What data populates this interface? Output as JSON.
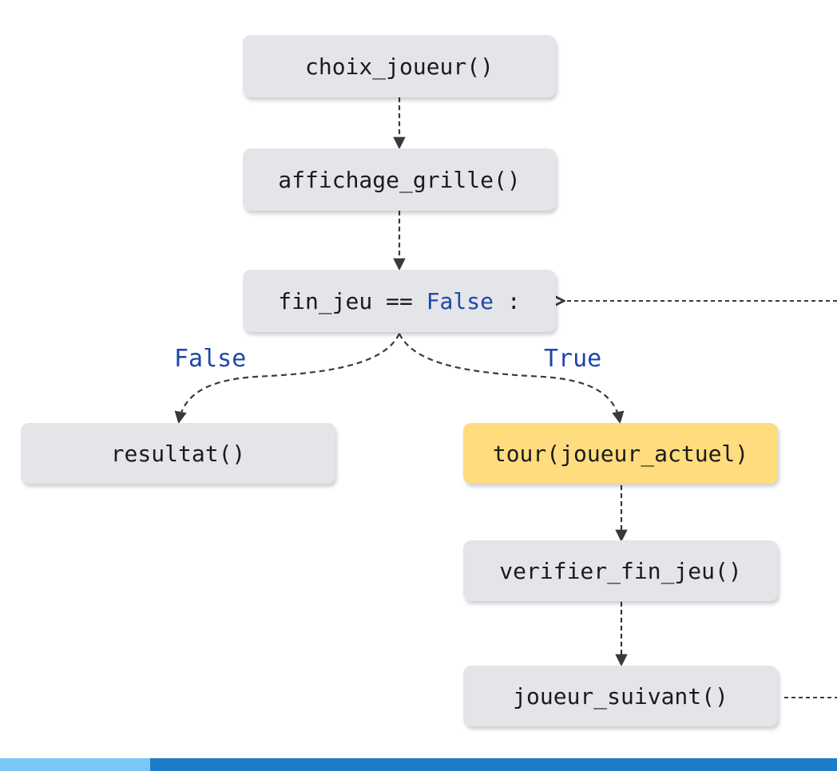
{
  "nodes": {
    "choix_joueur": "choix_joueur()",
    "affichage_grille": "affichage_grille()",
    "condition": {
      "left": "fin_jeu ==",
      "keyword": "False",
      "right": ":"
    },
    "resultat": "resultat()",
    "tour": "tour(joueur_actuel)",
    "verifier_fin_jeu": "verifier_fin_jeu()",
    "joueur_suivant": "joueur_suivant()"
  },
  "branches": {
    "false_label": "False",
    "true_label": "True"
  },
  "colors": {
    "node_bg": "#e4e5e9",
    "highlight_bg": "#ffdc7e",
    "keyword": "#1f47a8",
    "edge": "#3a3a3a",
    "footer_light": "#7cc6f5",
    "footer_dark": "#1f7cc8"
  }
}
